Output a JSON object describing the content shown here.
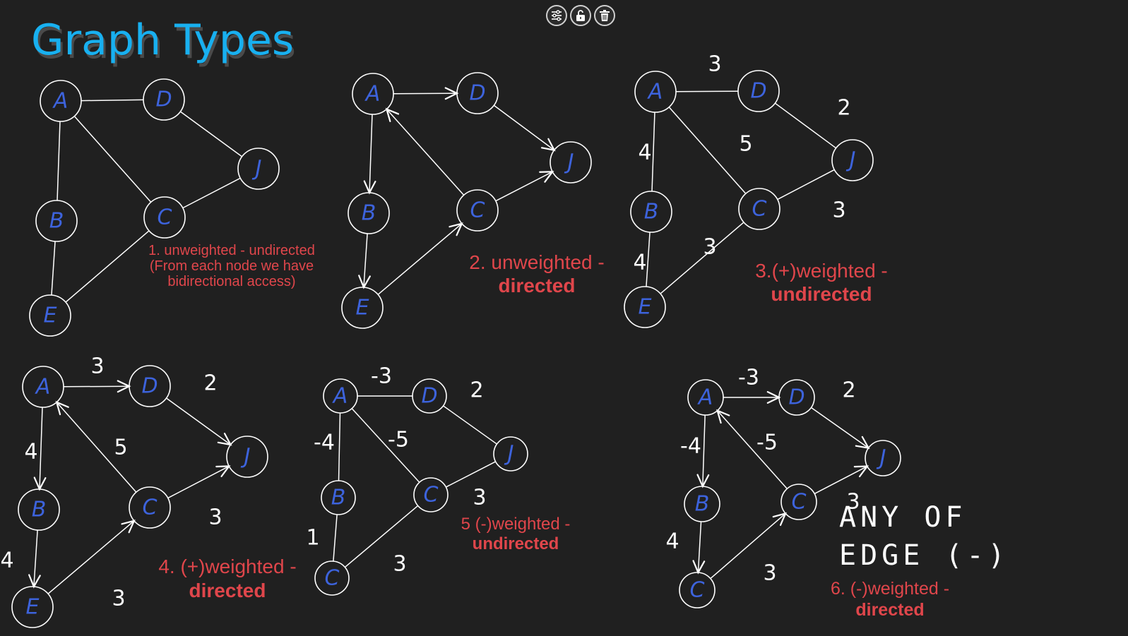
{
  "title": "Graph Types",
  "toolbar": {
    "buttons": [
      {
        "name": "settings-button",
        "icon": "sliders-icon"
      },
      {
        "name": "unlock-button",
        "icon": "unlock-icon"
      },
      {
        "name": "delete-button",
        "icon": "trash-icon"
      }
    ]
  },
  "colors": {
    "title": "#18b0f0",
    "node_label": "#3d63dc",
    "caption": "#e0464b",
    "line": "#ffffff",
    "background": "#202020"
  },
  "graphs": [
    {
      "id": "g1",
      "caption": [
        "1. unweighted - undirected",
        "(From each node we have",
        "bidirectional access)"
      ],
      "nodes": [
        "A",
        "D",
        "J",
        "B",
        "C",
        "E"
      ],
      "edges": [
        [
          "A",
          "D"
        ],
        [
          "A",
          "B"
        ],
        [
          "A",
          "C"
        ],
        [
          "D",
          "J"
        ],
        [
          "J",
          "C"
        ],
        [
          "B",
          "E"
        ],
        [
          "E",
          "C"
        ]
      ],
      "weights": []
    },
    {
      "id": "g2",
      "caption": [
        "2. unweighted -",
        "directed"
      ],
      "nodes": [
        "A",
        "D",
        "J",
        "B",
        "C",
        "E"
      ],
      "edges": [
        [
          "A",
          "D"
        ],
        [
          "A",
          "B"
        ],
        [
          "C",
          "A"
        ],
        [
          "D",
          "J"
        ],
        [
          "C",
          "J"
        ],
        [
          "B",
          "E"
        ],
        [
          "E",
          "C"
        ]
      ],
      "weights": []
    },
    {
      "id": "g3",
      "caption": [
        "3.(+)weighted -",
        "undirected"
      ],
      "nodes": [
        "A",
        "D",
        "J",
        "B",
        "C",
        "E"
      ],
      "edges": [
        [
          "A",
          "D"
        ],
        [
          "A",
          "B"
        ],
        [
          "A",
          "C"
        ],
        [
          "D",
          "J"
        ],
        [
          "J",
          "C"
        ],
        [
          "B",
          "E"
        ],
        [
          "E",
          "C"
        ]
      ],
      "weights": [
        "3",
        "4",
        "5",
        "2",
        "3",
        "4",
        "3"
      ]
    },
    {
      "id": "g4",
      "caption": [
        "4. (+)weighted -",
        "directed"
      ],
      "nodes": [
        "A",
        "D",
        "J",
        "B",
        "C",
        "E"
      ],
      "edges": [
        [
          "A",
          "D"
        ],
        [
          "A",
          "B"
        ],
        [
          "C",
          "A"
        ],
        [
          "D",
          "J"
        ],
        [
          "C",
          "J"
        ],
        [
          "B",
          "E"
        ],
        [
          "E",
          "C"
        ]
      ],
      "weights": [
        "3",
        "4",
        "5",
        "2",
        "3",
        "4",
        "3"
      ]
    },
    {
      "id": "g5",
      "caption": [
        "5 (-)weighted -",
        "undirected"
      ],
      "nodes": [
        "A",
        "D",
        "J",
        "B",
        "C",
        "C"
      ],
      "edges": [
        [
          "A",
          "D"
        ],
        [
          "A",
          "B"
        ],
        [
          "A",
          "C"
        ],
        [
          "D",
          "J"
        ],
        [
          "C",
          "J"
        ],
        [
          "B",
          "C2"
        ],
        [
          "C2",
          "C"
        ]
      ],
      "weights": [
        "-3",
        "-4",
        "-5",
        "2",
        "3",
        "1",
        "3"
      ]
    },
    {
      "id": "g6",
      "caption": [
        "6. (-)weighted -",
        "directed"
      ],
      "nodes": [
        "A",
        "D",
        "J",
        "B",
        "C",
        "C"
      ],
      "edges": [
        [
          "A",
          "D"
        ],
        [
          "A",
          "B"
        ],
        [
          "C",
          "A"
        ],
        [
          "D",
          "J"
        ],
        [
          "C",
          "J"
        ],
        [
          "B",
          "C2"
        ],
        [
          "C2",
          "C"
        ]
      ],
      "weights": [
        "-3",
        "-4",
        "-5",
        "2",
        "3",
        "4",
        "3"
      ],
      "note": [
        "ANY OF",
        "EDGE (-)"
      ]
    }
  ]
}
